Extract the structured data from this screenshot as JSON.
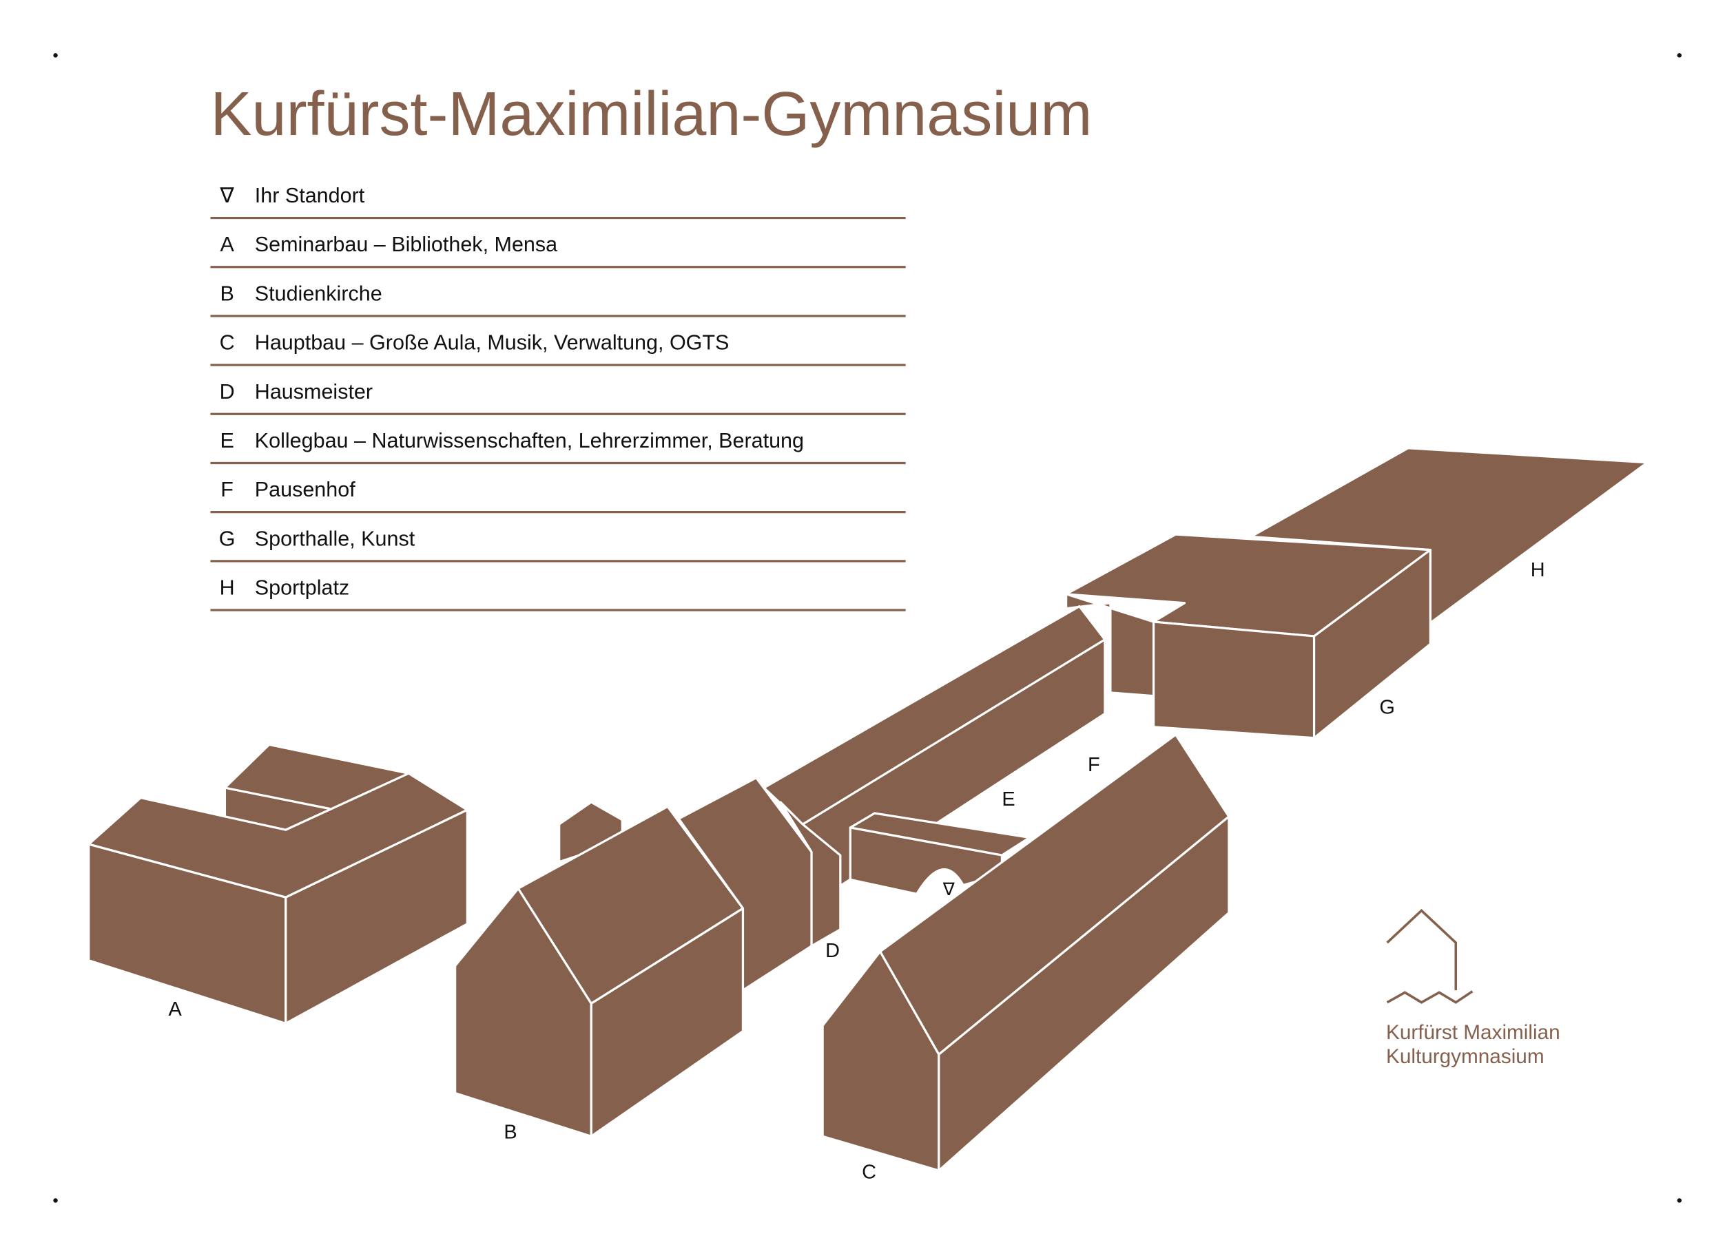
{
  "title": "Kurfürst-Maximilian-Gymnasium",
  "legend": [
    {
      "key": "∇",
      "text": "Ihr Standort"
    },
    {
      "key": "A",
      "text": "Seminarbau – Bibliothek, Mensa"
    },
    {
      "key": "B",
      "text": "Studienkirche"
    },
    {
      "key": "C",
      "text": "Hauptbau – Große Aula, Musik, Verwaltung, OGTS"
    },
    {
      "key": "D",
      "text": "Hausmeister"
    },
    {
      "key": "E",
      "text": "Kollegbau – Naturwissenschaften, Lehrerzimmer, Beratung"
    },
    {
      "key": "F",
      "text": "Pausenhof"
    },
    {
      "key": "G",
      "text": "Sporthalle, Kunst"
    },
    {
      "key": "H",
      "text": "Sportplatz"
    }
  ],
  "map_labels": {
    "A": "A",
    "B": "B",
    "C": "C",
    "D": "D",
    "E": "E",
    "F": "F",
    "G": "G",
    "H": "H",
    "standort": "∇"
  },
  "logo": {
    "line1": "Kurfürst Maximilian",
    "line2": "Kulturgymnasium"
  },
  "colors": {
    "brand": "#85604c"
  }
}
